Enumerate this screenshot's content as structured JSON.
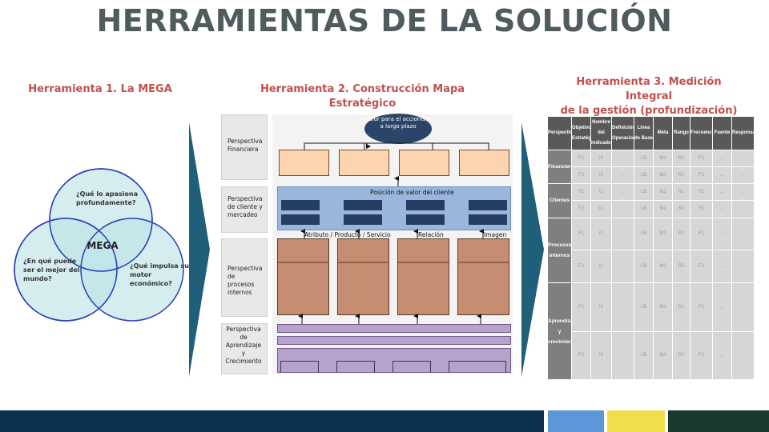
{
  "title": "HERRAMIENTAS DE LA SOLUCIÓN",
  "tool1": {
    "heading": "Herramienta 1. La MEGA"
  },
  "tool2": {
    "heading": "Herramienta 2. Construcción Mapa Estratégico"
  },
  "tool3": {
    "heading_line1": "Herramienta 3. Medición Integral",
    "heading_line2": "de la gestión (profundización)"
  },
  "venn": {
    "top": "¿Qué lo apasiona profundamente?",
    "left": "¿En qué puede ser el mejor del mundo?",
    "right": "¿Qué impulsa su motor económico?",
    "center": "MEGA"
  },
  "map": {
    "valor": "Valor para el accionista a largo plazo",
    "perspectives": [
      "Perspectiva Financiera",
      "Perspectiva de cliente y mercadeo",
      "Perspectiva de procesos internos",
      "Perspectiva de Aprendizaje y Crecimiento"
    ],
    "posicion": "Posición de valor del cliente",
    "attr": "Atributo / Producto / Servicio",
    "rel": "Relación",
    "img": "Imagen"
  },
  "table": {
    "headers": [
      "Perspectiva",
      "Objetivos Estratégicos",
      "Nombre del Indicador",
      "Definición Operacional",
      "Línea de Base",
      "Meta",
      "Rango",
      "Frecuencia",
      "Fuente",
      "Responsable"
    ],
    "perspectives": [
      "Financiera",
      "Clientes",
      "Procesos Internos",
      "Aprendizaje y crecimiento"
    ],
    "row_a": [
      "F1",
      "I1",
      "…",
      "LB",
      "M1",
      "R1",
      "F1",
      "…",
      "…"
    ],
    "row_b": [
      "F2",
      "I2",
      "…",
      "LB",
      "M2",
      "R2",
      "F2",
      "…",
      "…"
    ]
  },
  "colors": {
    "title": "#4f5b5e",
    "heading": "#c0504d",
    "navy": "#0a3150",
    "footer_blue": "#5b97d9",
    "footer_yellow": "#f0df4a",
    "footer_green": "#1b3a2e"
  }
}
